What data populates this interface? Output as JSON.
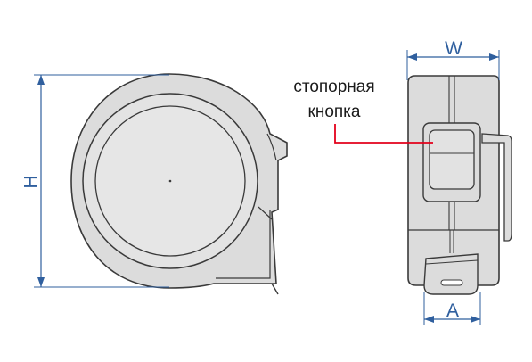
{
  "dimensions": {
    "height_label": "H",
    "width_label": "W",
    "hook_width_label": "A"
  },
  "callout": {
    "line1": "стопорная",
    "line2": "кнопка"
  },
  "colors": {
    "dimension_line": "#2f5f9e",
    "callout_line": "#e3001b",
    "body_fill": "#dcdcdc",
    "inner_fill": "#e6e6e6",
    "outline": "#3a3a3a"
  }
}
